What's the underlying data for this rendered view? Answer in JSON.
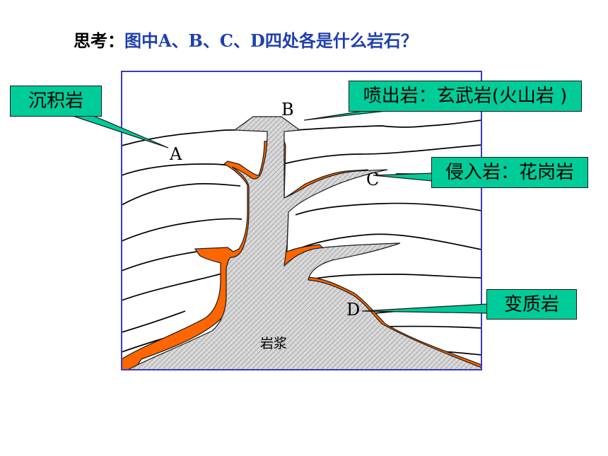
{
  "title": {
    "lead": "思考：",
    "question": "图中A、B、C、D四处各是什么岩石？"
  },
  "points": {
    "a": "A",
    "b": "B",
    "c": "C",
    "d": "D"
  },
  "magma_label": "岩浆",
  "callouts": {
    "sedimentary": "沉积岩",
    "extrusive": "喷出岩：玄武岩(火山岩 )",
    "intrusive": "侵入岩：花岗岩",
    "metamorphic": "变质岩"
  },
  "colors": {
    "frame": "#3a3ab8",
    "callout_fill": "#00cc99",
    "contact_zone": "#ff6600",
    "magma": "#d6d6d6",
    "title_question": "#1f3fb0"
  }
}
